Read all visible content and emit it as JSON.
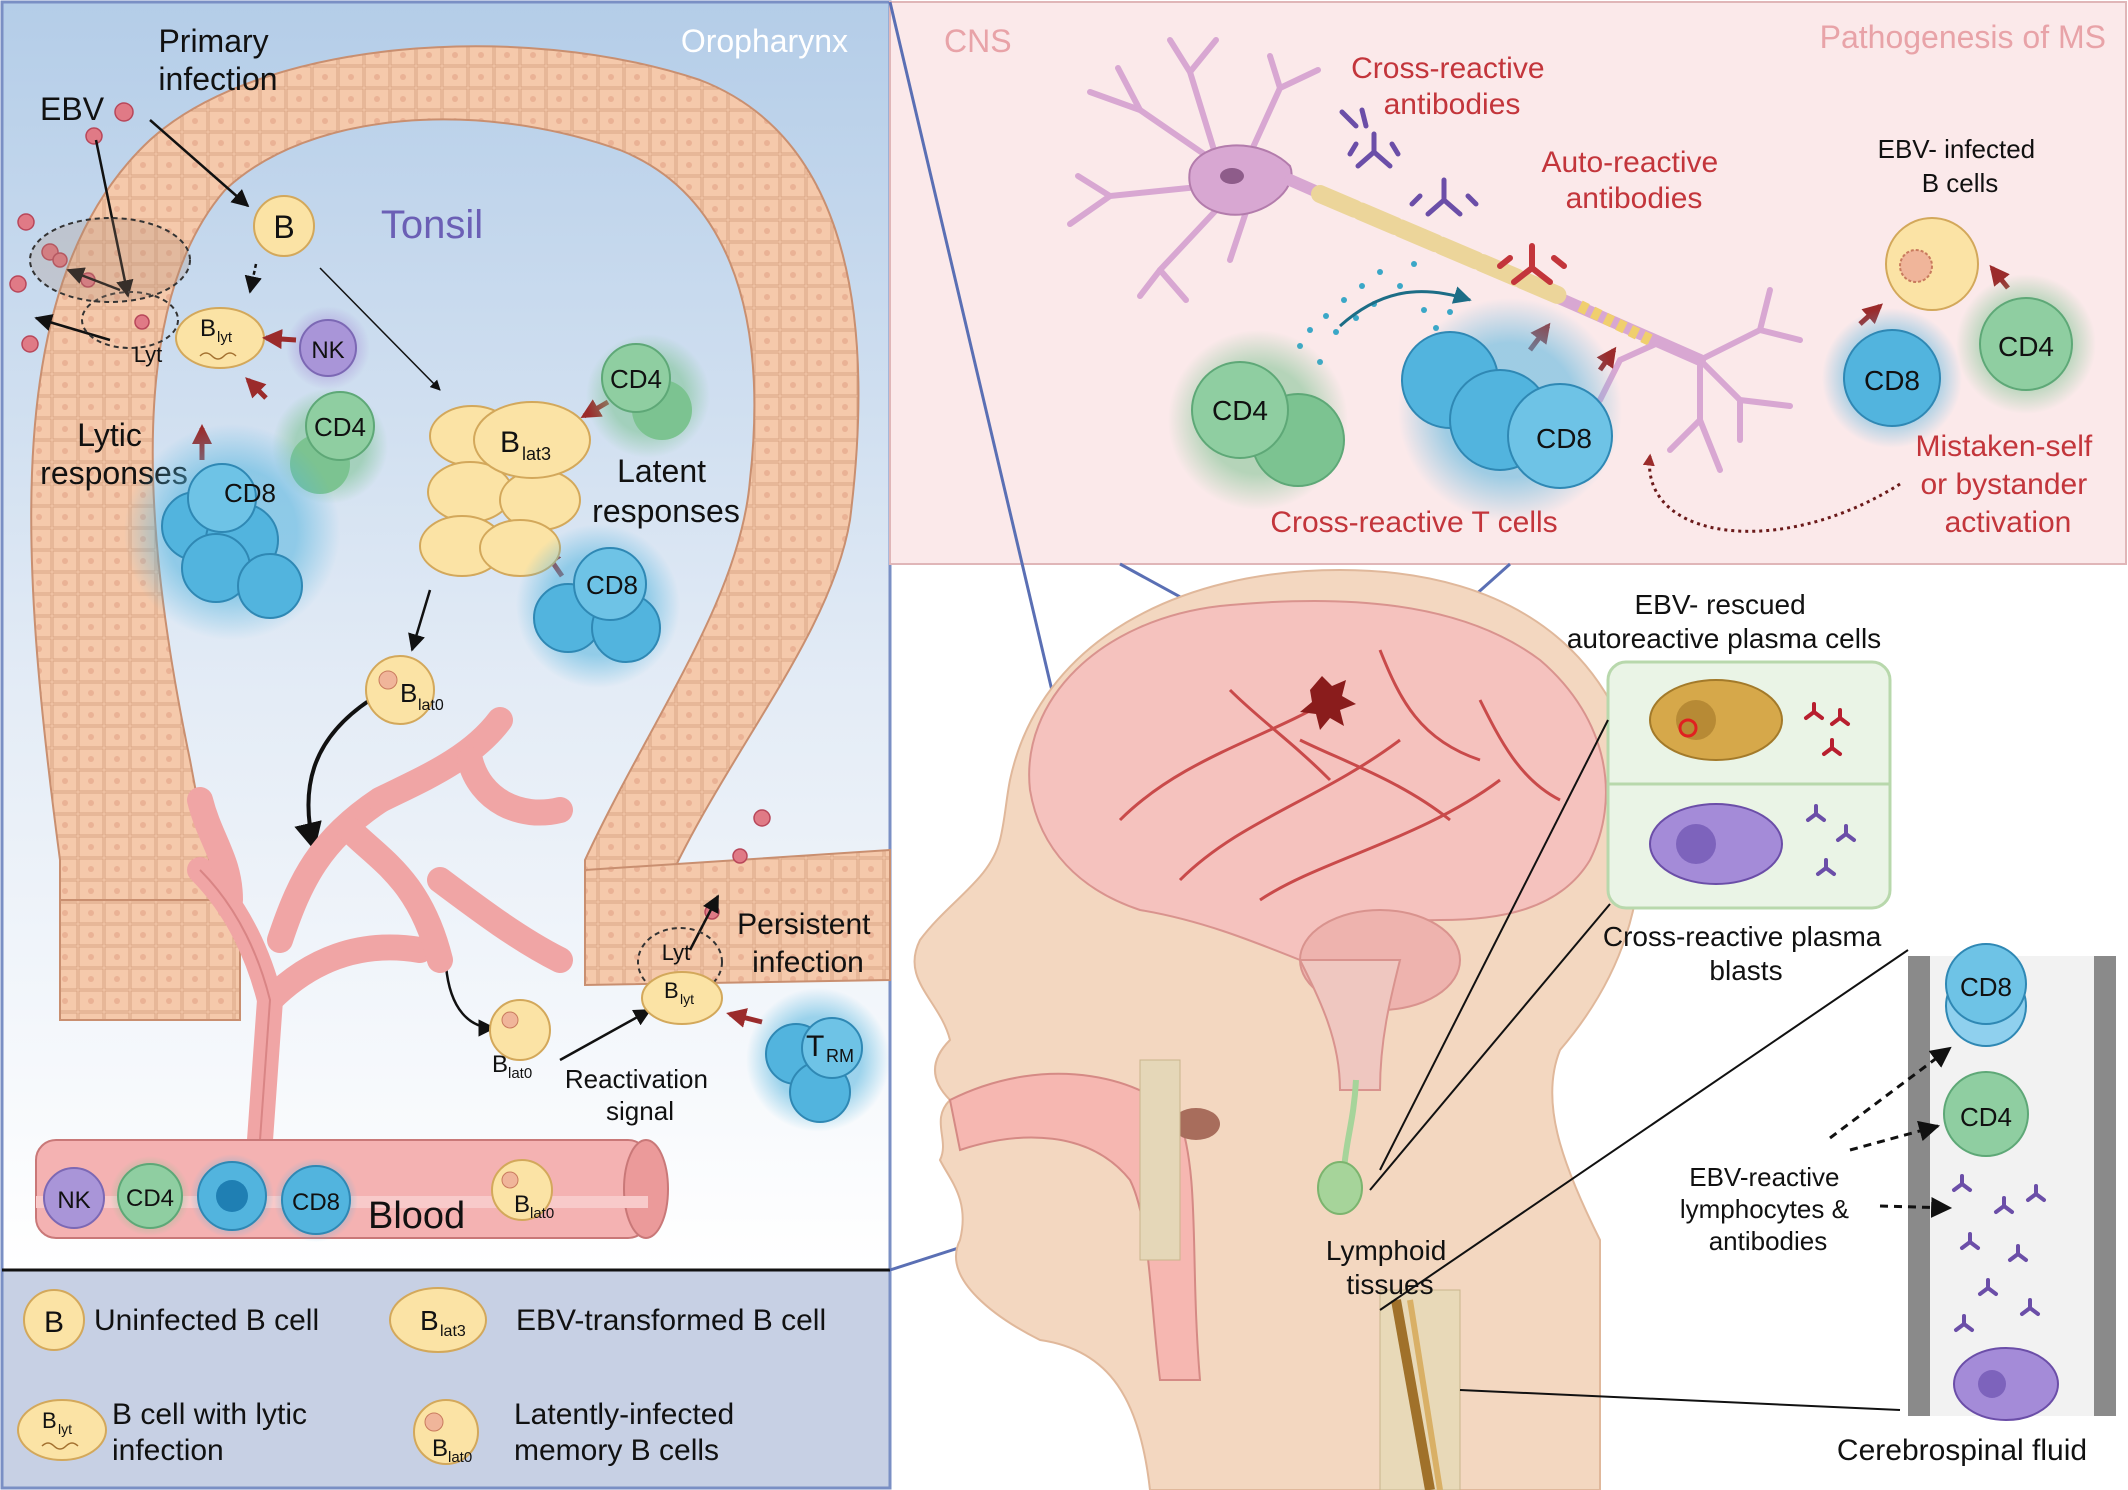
{
  "left_panel": {
    "region_label": "Oropharynx",
    "tonsil_label": "Tonsil",
    "ebv_label": "EBV",
    "primary_infection": [
      "Primary",
      "infection"
    ],
    "lytic_responses": [
      "Lytic",
      "responses"
    ],
    "latent_responses": [
      "Latent",
      "responses"
    ],
    "persistent_infection": [
      "Persistent",
      "infection"
    ],
    "reactivation_signal": [
      "Reactivation",
      "signal"
    ],
    "blood_label": "Blood",
    "cells": {
      "b": "B",
      "b_main": "B",
      "sub_lyt": "lyt",
      "sub_lat3": "lat3",
      "sub_lat0": "lat0",
      "lyt": "Lyt",
      "nk": "NK",
      "cd4": "CD4",
      "cd8": "CD8",
      "t_main": "T",
      "sub_rm": "RM"
    }
  },
  "legend": {
    "items": [
      {
        "symbol": "B",
        "label": [
          "Uninfected B cell"
        ]
      },
      {
        "symbol": "B",
        "sub": "lat3",
        "label": [
          "EBV-transformed B cell"
        ]
      },
      {
        "symbol": "B",
        "sub": "lyt",
        "label": [
          "B cell with lytic",
          "infection"
        ]
      },
      {
        "symbol": "B",
        "sub": "lat0",
        "label": [
          "Latently-infected",
          "memory B cells"
        ]
      }
    ]
  },
  "cns_panel": {
    "region_label": "CNS",
    "title": "Pathogenesis of MS",
    "cross_reactive_antibodies": [
      "Cross-reactive",
      "antibodies"
    ],
    "auto_reactive_antibodies": [
      "Auto-reactive",
      "antibodies"
    ],
    "ebv_infected_b": [
      "EBV- infected",
      "B cells"
    ],
    "cross_reactive_t": "Cross-reactive T cells",
    "mistaken_self": [
      "Mistaken-self",
      "or bystander",
      "activation"
    ],
    "cd4": "CD4",
    "cd8": "CD8"
  },
  "head_panel": {
    "ebv_rescued": [
      "EBV- rescued",
      "autoreactive plasma cells"
    ],
    "cross_reactive_plasma": [
      "Cross-reactive plasma",
      "blasts"
    ],
    "lymphoid_tissues": [
      "Lymphoid",
      "tissues"
    ],
    "ebv_reactive": [
      "EBV-reactive",
      "lymphocytes &",
      "antibodies"
    ],
    "csf_label": "Cerebrospinal fluid",
    "cd8": "CD8",
    "cd4": "CD4"
  },
  "colors": {
    "left_bg_top": "#b8cfe8",
    "legend_bg": "#c7d0e4",
    "cns_bg": "#fbe9ea",
    "tissue": "#f4c6a8",
    "vessel": "#f0a5a5",
    "cd4": "#7cc391",
    "cd8": "#52b4de",
    "nk": "#a995d8",
    "b_cell": "#fbe3a5",
    "arrow_red": "#9b2b2b",
    "text_red": "#c3353b"
  }
}
